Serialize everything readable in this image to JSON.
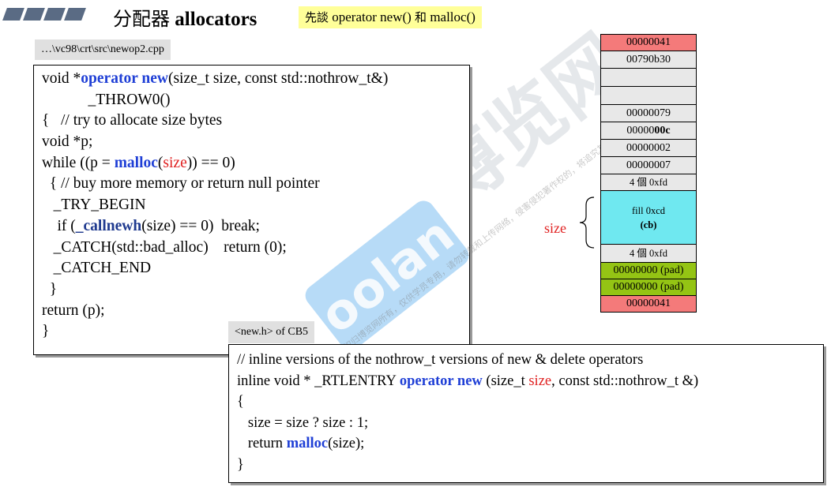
{
  "header": {
    "title_cjk": "分配器",
    "title_en": "allocators",
    "subtitle_cjk_1": "先談",
    "subtitle_en": "operator new()",
    "subtitle_cjk_2": "和",
    "subtitle_en_2": "malloc()"
  },
  "file_label": "…\\vc98\\crt\\src\\newop2.cpp",
  "code1": {
    "l1_a": "void *",
    "l1_kw": "operator new",
    "l1_b": "(size_t size, const std::nothrow_t&)",
    "l2": "            _THROW0()",
    "l3": "{   // try to allocate size bytes",
    "l4": "void *p;",
    "l5_a": "while ((p = ",
    "l5_kw": "malloc",
    "l5_b": "(",
    "l5_red": "size",
    "l5_c": ")) == 0)",
    "l6": "  { // buy more memory or return null pointer",
    "l7": "   _TRY_BEGIN",
    "l8_a": "    if (",
    "l8_kw": "_callnewh",
    "l8_b": "(size) == 0)  break;",
    "l9": "   _CATCH(std::bad_alloc)    return (0);",
    "l10": "   _CATCH_END",
    "l11": "  }",
    "l12": "return (p);",
    "l13": "}"
  },
  "cb5_label": "<new.h> of CB5",
  "code2": {
    "l1": "// inline versions of the nothrow_t versions of new & delete operators",
    "l2_a": "inline void * _RTLENTRY ",
    "l2_kw": "operator new",
    "l2_b": " (size_t ",
    "l2_red": "size",
    "l2_c": ", const std::nothrow_t &)",
    "l3": "{",
    "l4": "   size = size ? size : 1;",
    "l5_a": "   return ",
    "l5_kw": "malloc",
    "l5_b": "(size);",
    "l6": "}"
  },
  "memory_block": {
    "cells": [
      {
        "text": "00000041",
        "color": "#f47a7a"
      },
      {
        "text": "00790b30",
        "color": "#e8e8e8"
      },
      {
        "text": "",
        "color": "#e8e8e8"
      },
      {
        "text": "",
        "color": "#e8e8e8"
      },
      {
        "text": "00000079",
        "color": "#e8e8e8"
      },
      {
        "text_a": "00000",
        "text_b": "00c",
        "color": "#e8e8e8"
      },
      {
        "text": "00000002",
        "color": "#e8e8e8"
      },
      {
        "text": "00000007",
        "color": "#e8e8e8"
      },
      {
        "text": "4 個 0xfd",
        "color": "#e8e8e8"
      },
      {
        "line1": "fill  0xcd",
        "line2": "(cb)",
        "color": "#6fe8f0"
      },
      {
        "text": "4 個 0xfd",
        "color": "#e8e8e8"
      },
      {
        "text": "00000000 (pad)",
        "color": "#94c414"
      },
      {
        "text": "00000000 (pad)",
        "color": "#94c414"
      },
      {
        "text": "00000041",
        "color": "#f47a7a"
      }
    ],
    "size_label": "size"
  },
  "watermark": {
    "logo": "oolan",
    "cn": "博览网",
    "small": "本课程版权归博览网所有，仅供学员专用，请勿转载和上传网络，侵害侵犯著作权的，将追究其法律责任"
  }
}
